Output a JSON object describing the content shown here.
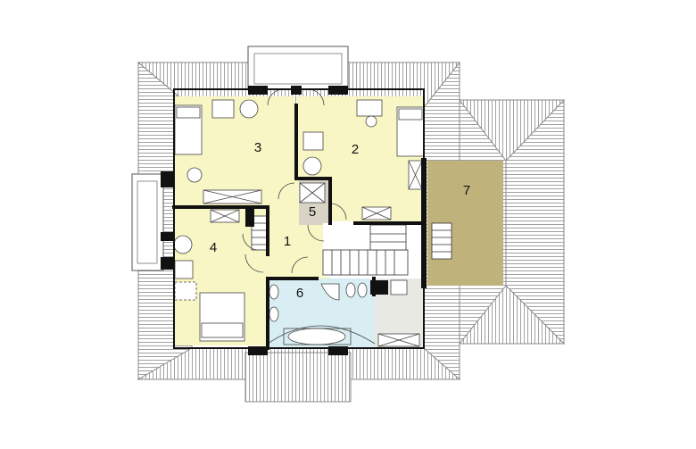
{
  "floor_plan": {
    "rooms": [
      {
        "id": "r1",
        "label": "1"
      },
      {
        "id": "r2",
        "label": "2"
      },
      {
        "id": "r3",
        "label": "3"
      },
      {
        "id": "r4",
        "label": "4"
      },
      {
        "id": "r5",
        "label": "5"
      },
      {
        "id": "r6",
        "label": "6"
      },
      {
        "id": "r7",
        "label": "7"
      }
    ],
    "colors": {
      "room_fill": "#f7f6c4",
      "bathroom_fill": "#d8eef3",
      "utility_fill": "#e9e9e4",
      "small_room_fill": "#d8d3c5",
      "terrace_fill": "#bfb27a",
      "wall": "#111111",
      "roof_line": "#8a8a8a"
    }
  }
}
